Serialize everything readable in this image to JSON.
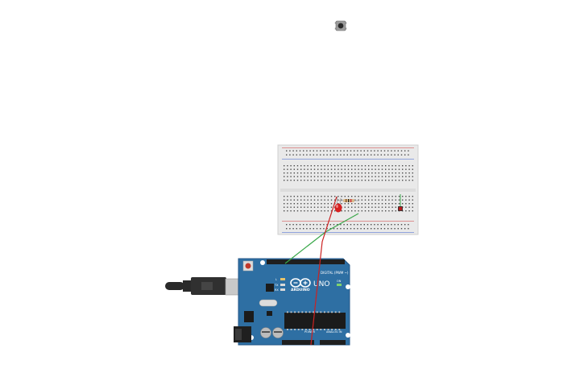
{
  "board": {
    "brand": "ARDUINO",
    "model": "UNO",
    "digital_header": "DIGITAL (PWM ~)",
    "power_header": "POWER",
    "analog_header": "ANALOG IN",
    "led_labels": [
      "L",
      "TX",
      "RX"
    ],
    "on_label": "ON"
  },
  "colors": {
    "board": "#2e6fa3",
    "breadboard": "#e8e8e8",
    "wire_green": "#3aa84a",
    "wire_red": "#cc2222",
    "led": "#d62020",
    "rail_red": "#d03b3b",
    "rail_blue": "#3b5fd0"
  },
  "components": {
    "pushbutton": "pushbutton-icon",
    "led": "led-icon",
    "resistor": "resistor-icon",
    "usb_cable": "usb-cable-icon",
    "power_jack": "dc-jack-icon"
  }
}
